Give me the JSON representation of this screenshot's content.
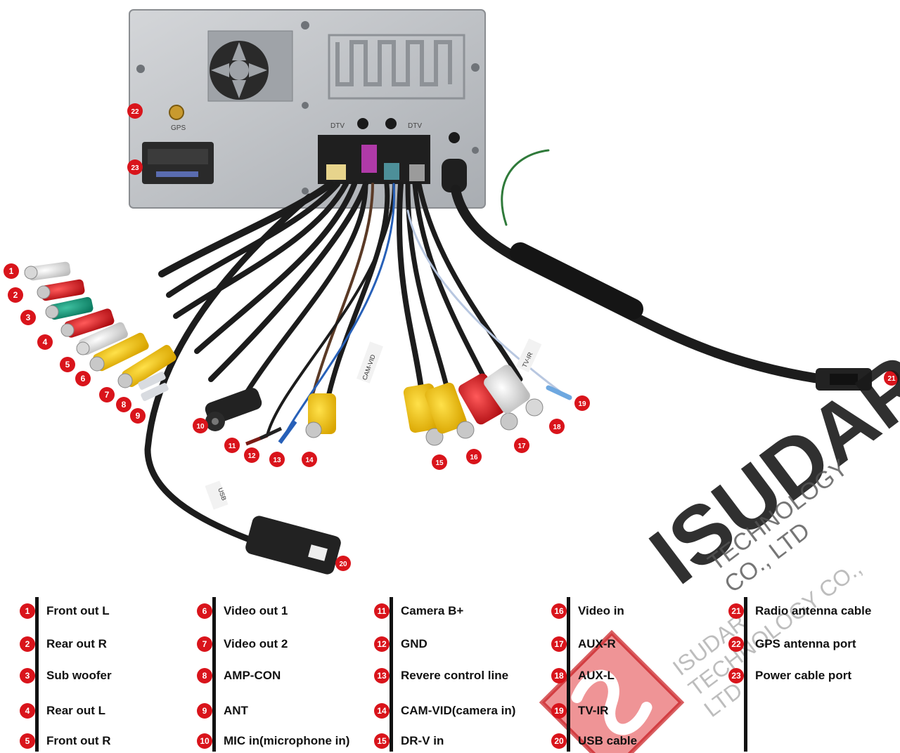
{
  "unit_labels": {
    "gps": "GPS",
    "dtv_left": "DTV",
    "dtv_right": "DTV"
  },
  "cable_tags": {
    "usb": "USB",
    "cam_vid": "CAM-VID",
    "tv_ir": "TV-IR"
  },
  "callouts": [
    "1",
    "2",
    "3",
    "4",
    "5",
    "6",
    "7",
    "8",
    "9",
    "10",
    "11",
    "12",
    "13",
    "14",
    "15",
    "16",
    "17",
    "18",
    "19",
    "20",
    "21",
    "22",
    "23"
  ],
  "legend": [
    [
      {
        "num": "1",
        "label": "Front out L"
      },
      {
        "num": "2",
        "label": "Rear out R"
      },
      {
        "num": "3",
        "label": "Sub woofer"
      },
      {
        "num": "4",
        "label": "Rear out L"
      },
      {
        "num": "5",
        "label": "Front out R"
      }
    ],
    [
      {
        "num": "6",
        "label": "Video out 1"
      },
      {
        "num": "7",
        "label": "Video out 2"
      },
      {
        "num": "8",
        "label": "AMP-CON"
      },
      {
        "num": "9",
        "label": "ANT"
      },
      {
        "num": "10",
        "label": "MIC in(microphone in)"
      }
    ],
    [
      {
        "num": "11",
        "label": "Camera B+"
      },
      {
        "num": "12",
        "label": "GND"
      },
      {
        "num": "13",
        "label": "Revere control line"
      },
      {
        "num": "14",
        "label": "CAM-VID(camera in)"
      },
      {
        "num": "15",
        "label": "DR-V in"
      }
    ],
    [
      {
        "num": "16",
        "label": "Video in"
      },
      {
        "num": "17",
        "label": "AUX-R"
      },
      {
        "num": "18",
        "label": "AUX-L"
      },
      {
        "num": "19",
        "label": "TV-IR"
      },
      {
        "num": "20",
        "label": "USB cable"
      }
    ],
    [
      {
        "num": "21",
        "label": "Radio antenna cable"
      },
      {
        "num": "22",
        "label": "GPS antenna port"
      },
      {
        "num": "23",
        "label": "Power cable port"
      }
    ]
  ],
  "watermark": {
    "brand": "ISUDAR",
    "company_line1": "TECHNOLOGY CO., LTD",
    "company_line2": "ISUDAR TECHNOLOGY CO., LTD"
  },
  "colors": {
    "badge": "#d9141b",
    "plate": "#b9bcc0",
    "cable": "#1c1c1c"
  }
}
